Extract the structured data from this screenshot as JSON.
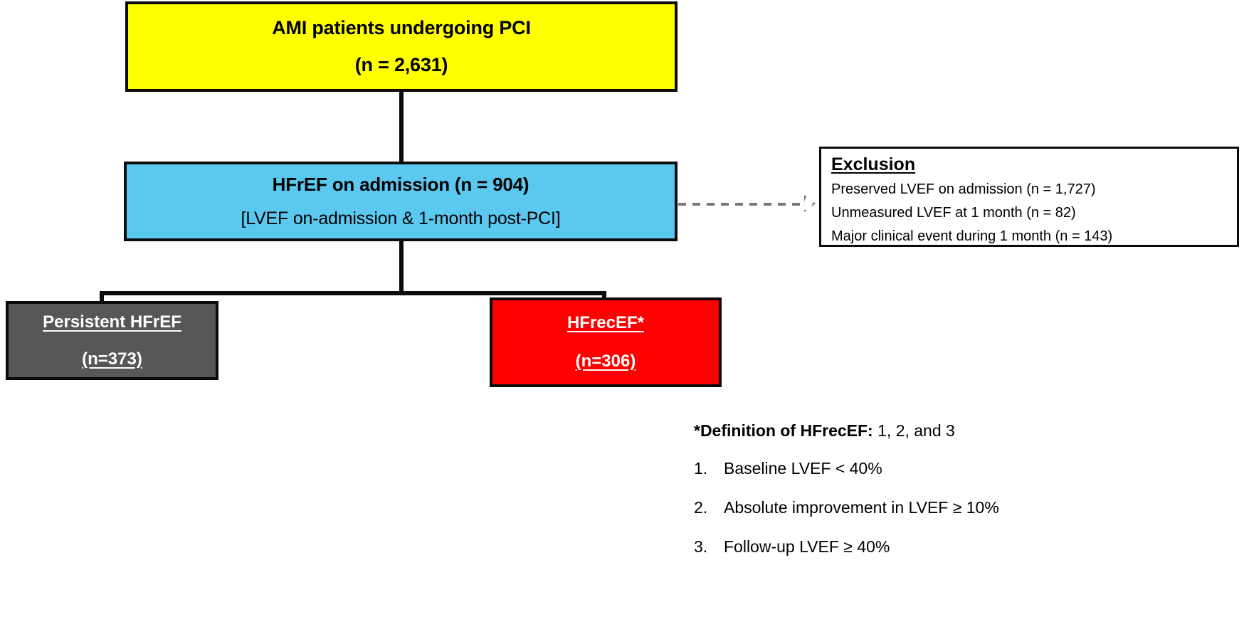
{
  "diagram": {
    "type": "flowchart",
    "title": "AMI PCI HFrEF patient selection flowchart",
    "colors": {
      "yellow": "#ffff00",
      "blue": "#5bc8f0",
      "grey": "#575757",
      "red": "#fe0000",
      "border": "#0b0b0b",
      "dashed_arrow": "#787878",
      "white_text": "#ffffff"
    },
    "nodes": {
      "cohort": {
        "label": "AMI patients undergoing PCI",
        "count": "(n = 2,631)"
      },
      "hfref": {
        "label": "HFrEF on admission (n = 904)",
        "detail": "[LVEF on-admission & 1-month post-PCI]"
      },
      "persistent": {
        "label": "Persistent HFrEF",
        "count": "(n=373)"
      },
      "hfrecef": {
        "label": "HFrecEF*",
        "count": "(n=306)"
      },
      "exclusion": {
        "title": "Exclusion",
        "items": [
          "Preserved LVEF on admission (n = 1,727)",
          "Unmeasured LVEF at 1 month (n = 82)",
          "Major clinical event during 1 month (n = 143)"
        ]
      }
    },
    "footnote": {
      "heading_bold": "*Definition of HFrecEF:",
      "heading_rest": " 1, 2, and 3",
      "items": [
        {
          "num": "1.",
          "text": "Baseline LVEF < 40%"
        },
        {
          "num": "2.",
          "text": "Absolute improvement in LVEF ≥ 10%"
        },
        {
          "num": "3.",
          "text": "Follow-up LVEF ≥ 40%"
        }
      ]
    }
  }
}
